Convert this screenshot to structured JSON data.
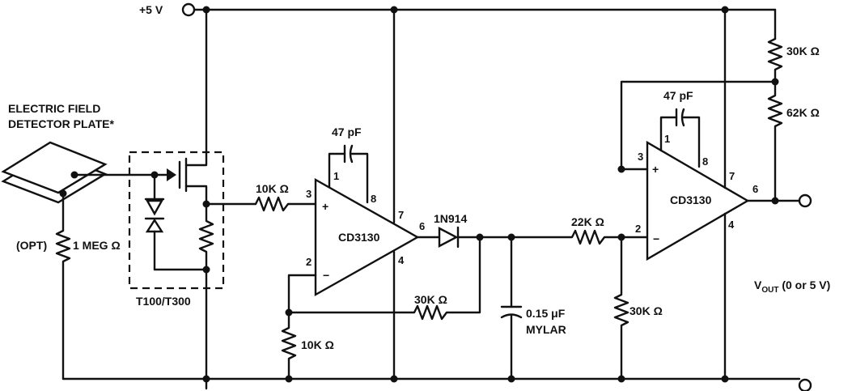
{
  "supply": {
    "label": "+5 V"
  },
  "plate": {
    "line1": "ELECTRIC FIELD",
    "line2": "DETECTOR PLATE*"
  },
  "input_resistor": {
    "prefix": "(OPT)",
    "value": "1 MEG Ω"
  },
  "fet_module": {
    "label": "T100/T300"
  },
  "r_in": {
    "value": "10K Ω"
  },
  "r_gnd1": {
    "value": "10K Ω"
  },
  "r_fb1": {
    "value": "30K Ω"
  },
  "opamp1": {
    "label": "CD3130",
    "cap": "47 pF",
    "pins": {
      "p1": "1",
      "p2": "2",
      "p3": "3",
      "p4": "4",
      "p6": "6",
      "p7": "7",
      "p8": "8"
    }
  },
  "diode": {
    "label": "1N914"
  },
  "cap_filter": {
    "value": "0.15 μF",
    "type": "MYLAR"
  },
  "r_mid": {
    "value": "22K Ω"
  },
  "r_gnd2": {
    "value": "30K Ω"
  },
  "opamp2": {
    "label": "CD3130",
    "cap": "47 pF",
    "pins": {
      "p1": "1",
      "p2": "2",
      "p3": "3",
      "p4": "4",
      "p6": "6",
      "p7": "7",
      "p8": "8"
    }
  },
  "r_top": {
    "value": "30K Ω"
  },
  "r_div": {
    "value": "62K Ω"
  },
  "output": {
    "v": "V",
    "sub": "OUT",
    "note": "(0 or 5 V)"
  }
}
